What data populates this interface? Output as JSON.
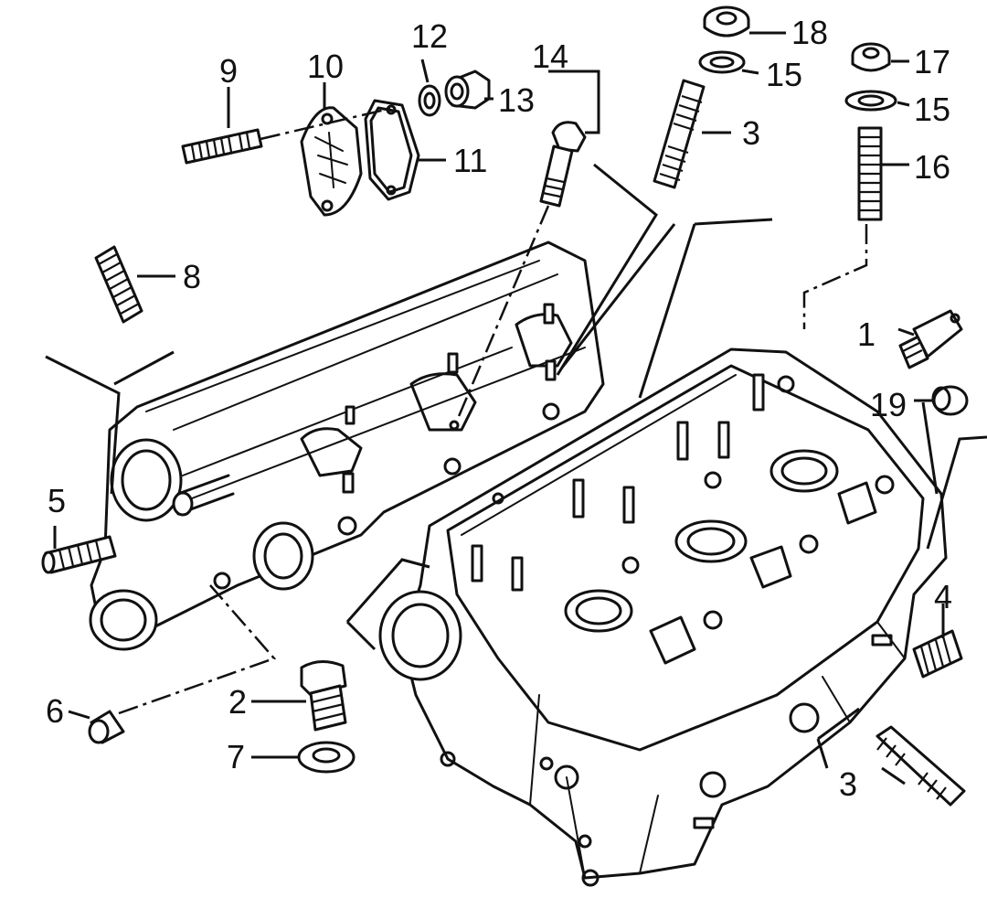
{
  "callouts": [
    {
      "id": "1",
      "text": "1"
    },
    {
      "id": "2",
      "text": "2"
    },
    {
      "id": "3a",
      "text": "3"
    },
    {
      "id": "3b",
      "text": "3"
    },
    {
      "id": "4",
      "text": "4"
    },
    {
      "id": "5",
      "text": "5"
    },
    {
      "id": "6",
      "text": "6"
    },
    {
      "id": "7",
      "text": "7"
    },
    {
      "id": "8",
      "text": "8"
    },
    {
      "id": "9",
      "text": "9"
    },
    {
      "id": "10",
      "text": "10"
    },
    {
      "id": "11",
      "text": "11"
    },
    {
      "id": "12",
      "text": "12"
    },
    {
      "id": "13",
      "text": "13"
    },
    {
      "id": "14",
      "text": "14"
    },
    {
      "id": "15a",
      "text": "15"
    },
    {
      "id": "15b",
      "text": "15"
    },
    {
      "id": "16",
      "text": "16"
    },
    {
      "id": "17",
      "text": "17"
    },
    {
      "id": "18",
      "text": "18"
    },
    {
      "id": "19",
      "text": "19"
    }
  ]
}
